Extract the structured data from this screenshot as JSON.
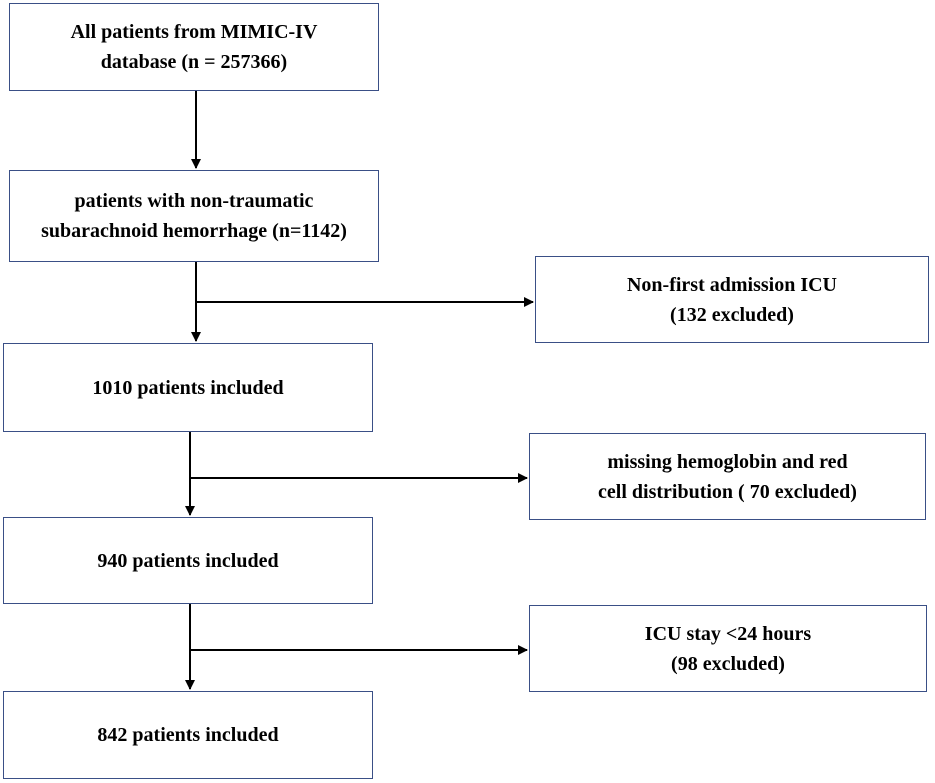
{
  "diagram": {
    "main_steps": [
      {
        "lines": [
          "All patients from MIMIC-IV",
          "database (n = 257366)"
        ]
      },
      {
        "lines": [
          "patients with non-traumatic",
          "subarachnoid hemorrhage (n=1142)"
        ]
      },
      {
        "lines": [
          "1010 patients included"
        ]
      },
      {
        "lines": [
          "940 patients included"
        ]
      },
      {
        "lines": [
          "842 patients included"
        ]
      }
    ],
    "exclusions": [
      {
        "lines": [
          "Non-first admission ICU",
          "(132 excluded)"
        ]
      },
      {
        "lines": [
          "missing hemoglobin and red",
          "cell distribution ( 70 excluded)"
        ]
      },
      {
        "lines": [
          "ICU stay <24 hours",
          "(98 excluded)"
        ]
      }
    ]
  }
}
